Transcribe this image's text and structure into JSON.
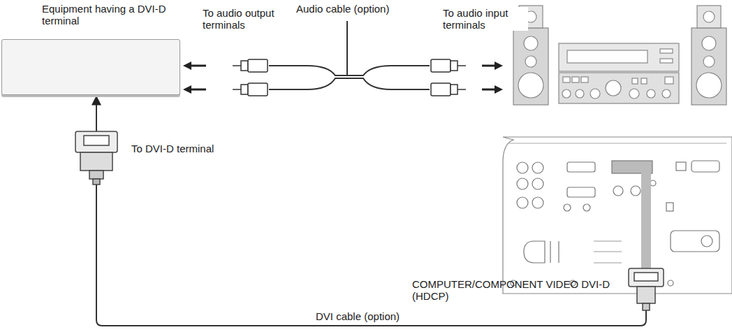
{
  "diagram": {
    "nodes": [
      {
        "text": [
          "Equipment having a DVI-D terminal"
        ]
      },
      {
        "text": [
          "COMPUTER/COMPONENT VIDEO DVI-D (HDCP)"
        ]
      }
    ],
    "edges": [
      {
        "from": 1,
        "to": 0,
        "arrow": "to",
        "label": "DVI cable (option)"
      }
    ],
    "labels": [
      "Audio cable (option)",
      "To audio output terminals",
      "To audio input terminals",
      "To DVI-D terminal"
    ]
  }
}
